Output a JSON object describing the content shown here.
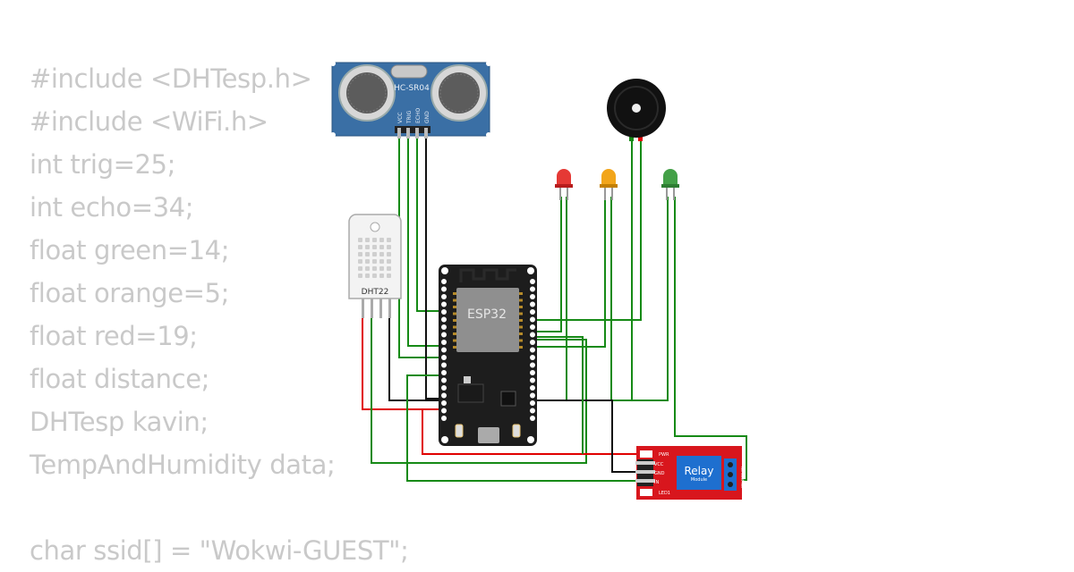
{
  "code_lines": [
    "#include <DHTesp.h>",
    "#include <WiFi.h>",
    "int trig=25;",
    "int echo=34;",
    "float green=14;",
    "float orange=5;",
    "float red=19;",
    "float distance;",
    "DHTesp kavin;",
    "TempAndHumidity data;",
    "",
    "char ssid[] = \"Wokwi-GUEST\";"
  ],
  "ultrasonic": {
    "label": "HC-SR04",
    "pins": [
      "VCC",
      "TRIG",
      "ECHO",
      "GND"
    ]
  },
  "dht": {
    "label": "DHT22"
  },
  "esp32": {
    "label": "ESP32"
  },
  "relay": {
    "title": "Relay",
    "subtitle": "Module",
    "pins": [
      "VCC",
      "GND",
      "IN"
    ],
    "leds": [
      "PWR",
      "LED1"
    ],
    "contacts": [
      "NC",
      "COM",
      "NO"
    ]
  },
  "leds": [
    {
      "name": "red",
      "color": "#e53935"
    },
    {
      "name": "orange",
      "color": "#f2a51a"
    },
    {
      "name": "green",
      "color": "#43a047"
    }
  ],
  "colors": {
    "wire_green": "#168a16",
    "wire_red": "#e00000",
    "wire_black": "#111111",
    "code_text": "#c9c9c9",
    "board": "#1d1d1d",
    "relay_board": "#d8161d",
    "sensor_blue": "#3a6fa5"
  }
}
